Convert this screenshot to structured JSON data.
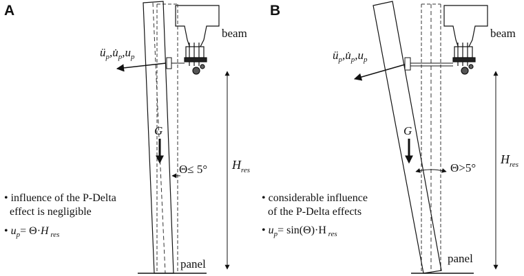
{
  "panel_a": {
    "letter": "A",
    "beam_label": "beam",
    "motion_label": "ü_p, u̇_p, u_p",
    "gravity_symbol": "G",
    "height_symbol": "H",
    "height_subscript": "res",
    "angle_text": "Θ≤ 5°",
    "bullet_1_line1": "influence of the P-Delta",
    "bullet_1_line2": "effect is negligible",
    "formula": "u_p = Θ·H res",
    "panel_label": "panel"
  },
  "panel_b": {
    "letter": "B",
    "beam_label": "beam",
    "motion_label": "ü_p, u̇_p, u_p",
    "gravity_symbol": "G",
    "height_symbol": "H",
    "height_subscript": "res",
    "angle_text": "Θ>5°",
    "bullet_1_line1": "considerable influence",
    "bullet_1_line2": "of the P-Delta effects",
    "formula": "u_p = sin(Θ)·H res",
    "panel_label": "panel"
  },
  "colors": {
    "ink": "#111111",
    "background": "#ffffff"
  }
}
